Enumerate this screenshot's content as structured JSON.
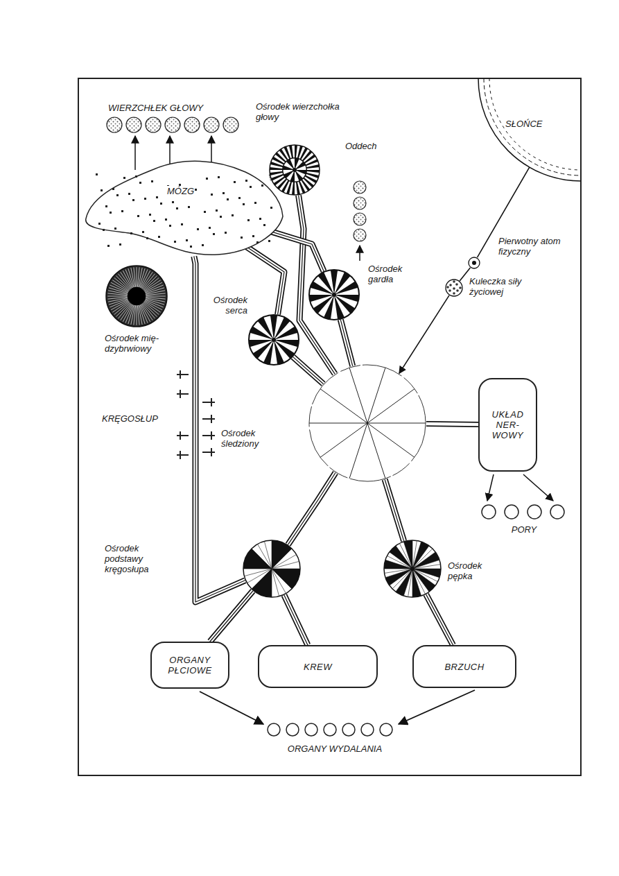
{
  "diagram": {
    "nodes": [
      {
        "text": [
          "MÓZG"
        ]
      },
      {
        "text": [
          "Ośrodek wierzchołka głowy"
        ]
      },
      {
        "text": [
          "SŁOŃCE"
        ]
      },
      {
        "text": [
          "Pierwotny atom fizyczny"
        ]
      },
      {
        "text": [
          "Ośrodek gardła"
        ]
      },
      {
        "text": [
          "Kuleczka siły życiowej"
        ]
      },
      {
        "text": [
          "Ośrodek serca"
        ]
      },
      {
        "text": [
          "Ośrodek mię- dzybrwiowy"
        ]
      },
      {
        "text": [
          "Ośrodek śledziony"
        ]
      },
      {
        "text": [
          "UKŁAD NER- WOWY"
        ]
      },
      {
        "text": [
          "Ośrodek podstawy kręgosłupa"
        ]
      },
      {
        "text": [
          "Ośrodek pępka"
        ]
      },
      {
        "text": [
          "ORGANY PŁCIOWE"
        ]
      },
      {
        "text": [
          "KREW"
        ]
      },
      {
        "text": [
          "BRZUCH"
        ]
      }
    ],
    "edges": [
      {
        "from": 2,
        "to": 3,
        "arrow": "none"
      },
      {
        "from": 3,
        "to": 5,
        "arrow": "none"
      },
      {
        "from": 5,
        "to": 8,
        "arrow": "to"
      },
      {
        "from": 8,
        "to": 9,
        "arrow": "none"
      },
      {
        "from": 8,
        "to": 1,
        "arrow": "none"
      },
      {
        "from": 8,
        "to": 4,
        "arrow": "none"
      },
      {
        "from": 8,
        "to": 6,
        "arrow": "none"
      },
      {
        "from": 8,
        "to": 10,
        "arrow": "none"
      },
      {
        "from": 8,
        "to": 11,
        "arrow": "none"
      },
      {
        "from": 4,
        "to": 0,
        "arrow": "none"
      },
      {
        "from": 1,
        "to": 0,
        "arrow": "none"
      },
      {
        "from": 6,
        "to": 0,
        "arrow": "none"
      },
      {
        "from": 0,
        "to": 10,
        "arrow": "none"
      },
      {
        "from": 10,
        "to": 12,
        "arrow": "none"
      },
      {
        "from": 10,
        "to": 13,
        "arrow": "none"
      },
      {
        "from": 11,
        "to": 14,
        "arrow": "none"
      }
    ],
    "labels": [
      "WIERZCHŁEK GŁOWY",
      "Oddech",
      "KRĘGOSŁUP",
      "PORY",
      "ORGANY WYDALANIA"
    ]
  }
}
